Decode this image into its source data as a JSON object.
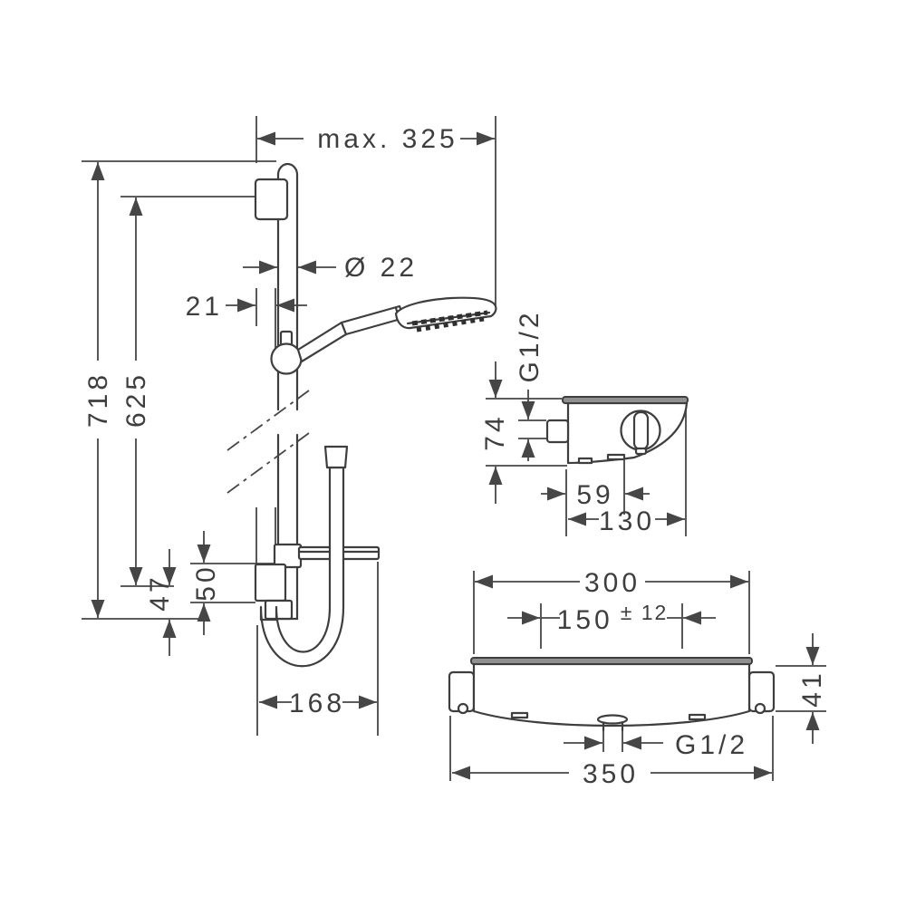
{
  "drawing": {
    "kind": "technical-dimension-drawing",
    "line_color": "#3e3e3e",
    "background_color": "#ffffff"
  },
  "dims": {
    "max_reach": "max. 325",
    "total_height": "718",
    "bracket_height": "625",
    "bar_diameter": "Ø 22",
    "wall_offset": "21",
    "lower_offset": "47",
    "shelf_offset": "50",
    "shelf_depth": "168",
    "side_thread": "G1/2",
    "valve_height": "74",
    "knob_depth": "59",
    "total_depth": "130",
    "body_width": "300",
    "connection_spacing": "150",
    "connection_tolerance": "± 12",
    "body_height": "41",
    "outlet_thread": "G1/2",
    "total_width": "350"
  }
}
